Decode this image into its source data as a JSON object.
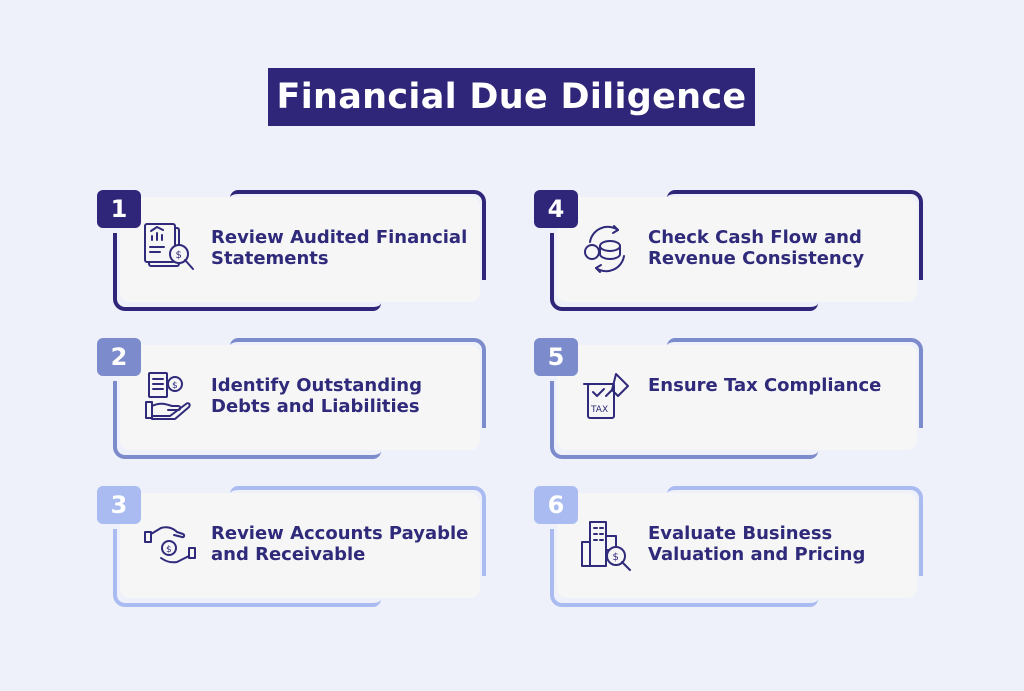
{
  "title": "Financial Due Diligence",
  "colors": {
    "background": "#eef1f9",
    "title_bg": "#2f267a",
    "text": "#2f2a7a",
    "row1": "#2f267a",
    "row2": "#7b8bcb",
    "row3": "#a9bbf1"
  },
  "steps": [
    {
      "number": "1",
      "label": "Review Audited Financial Statements",
      "icon": "financial-report-magnifier-icon",
      "color": "#2f267a"
    },
    {
      "number": "2",
      "label": "Identify Outstanding Debts and Liabilities",
      "icon": "hand-with-bill-and-coin-icon",
      "color": "#7b8bcb"
    },
    {
      "number": "3",
      "label": "Review Accounts Payable and Receivable",
      "icon": "hands-exchanging-money-icon",
      "color": "#a9bbf1"
    },
    {
      "number": "4",
      "label": "Check Cash Flow and Revenue Consistency",
      "icon": "cash-flow-cycle-icon",
      "color": "#2f267a"
    },
    {
      "number": "5",
      "label": "Ensure Tax Compliance",
      "icon": "tax-document-check-icon",
      "color": "#7b8bcb"
    },
    {
      "number": "6",
      "label": "Evaluate Business Valuation and Pricing",
      "icon": "building-valuation-icon",
      "color": "#a9bbf1"
    }
  ]
}
